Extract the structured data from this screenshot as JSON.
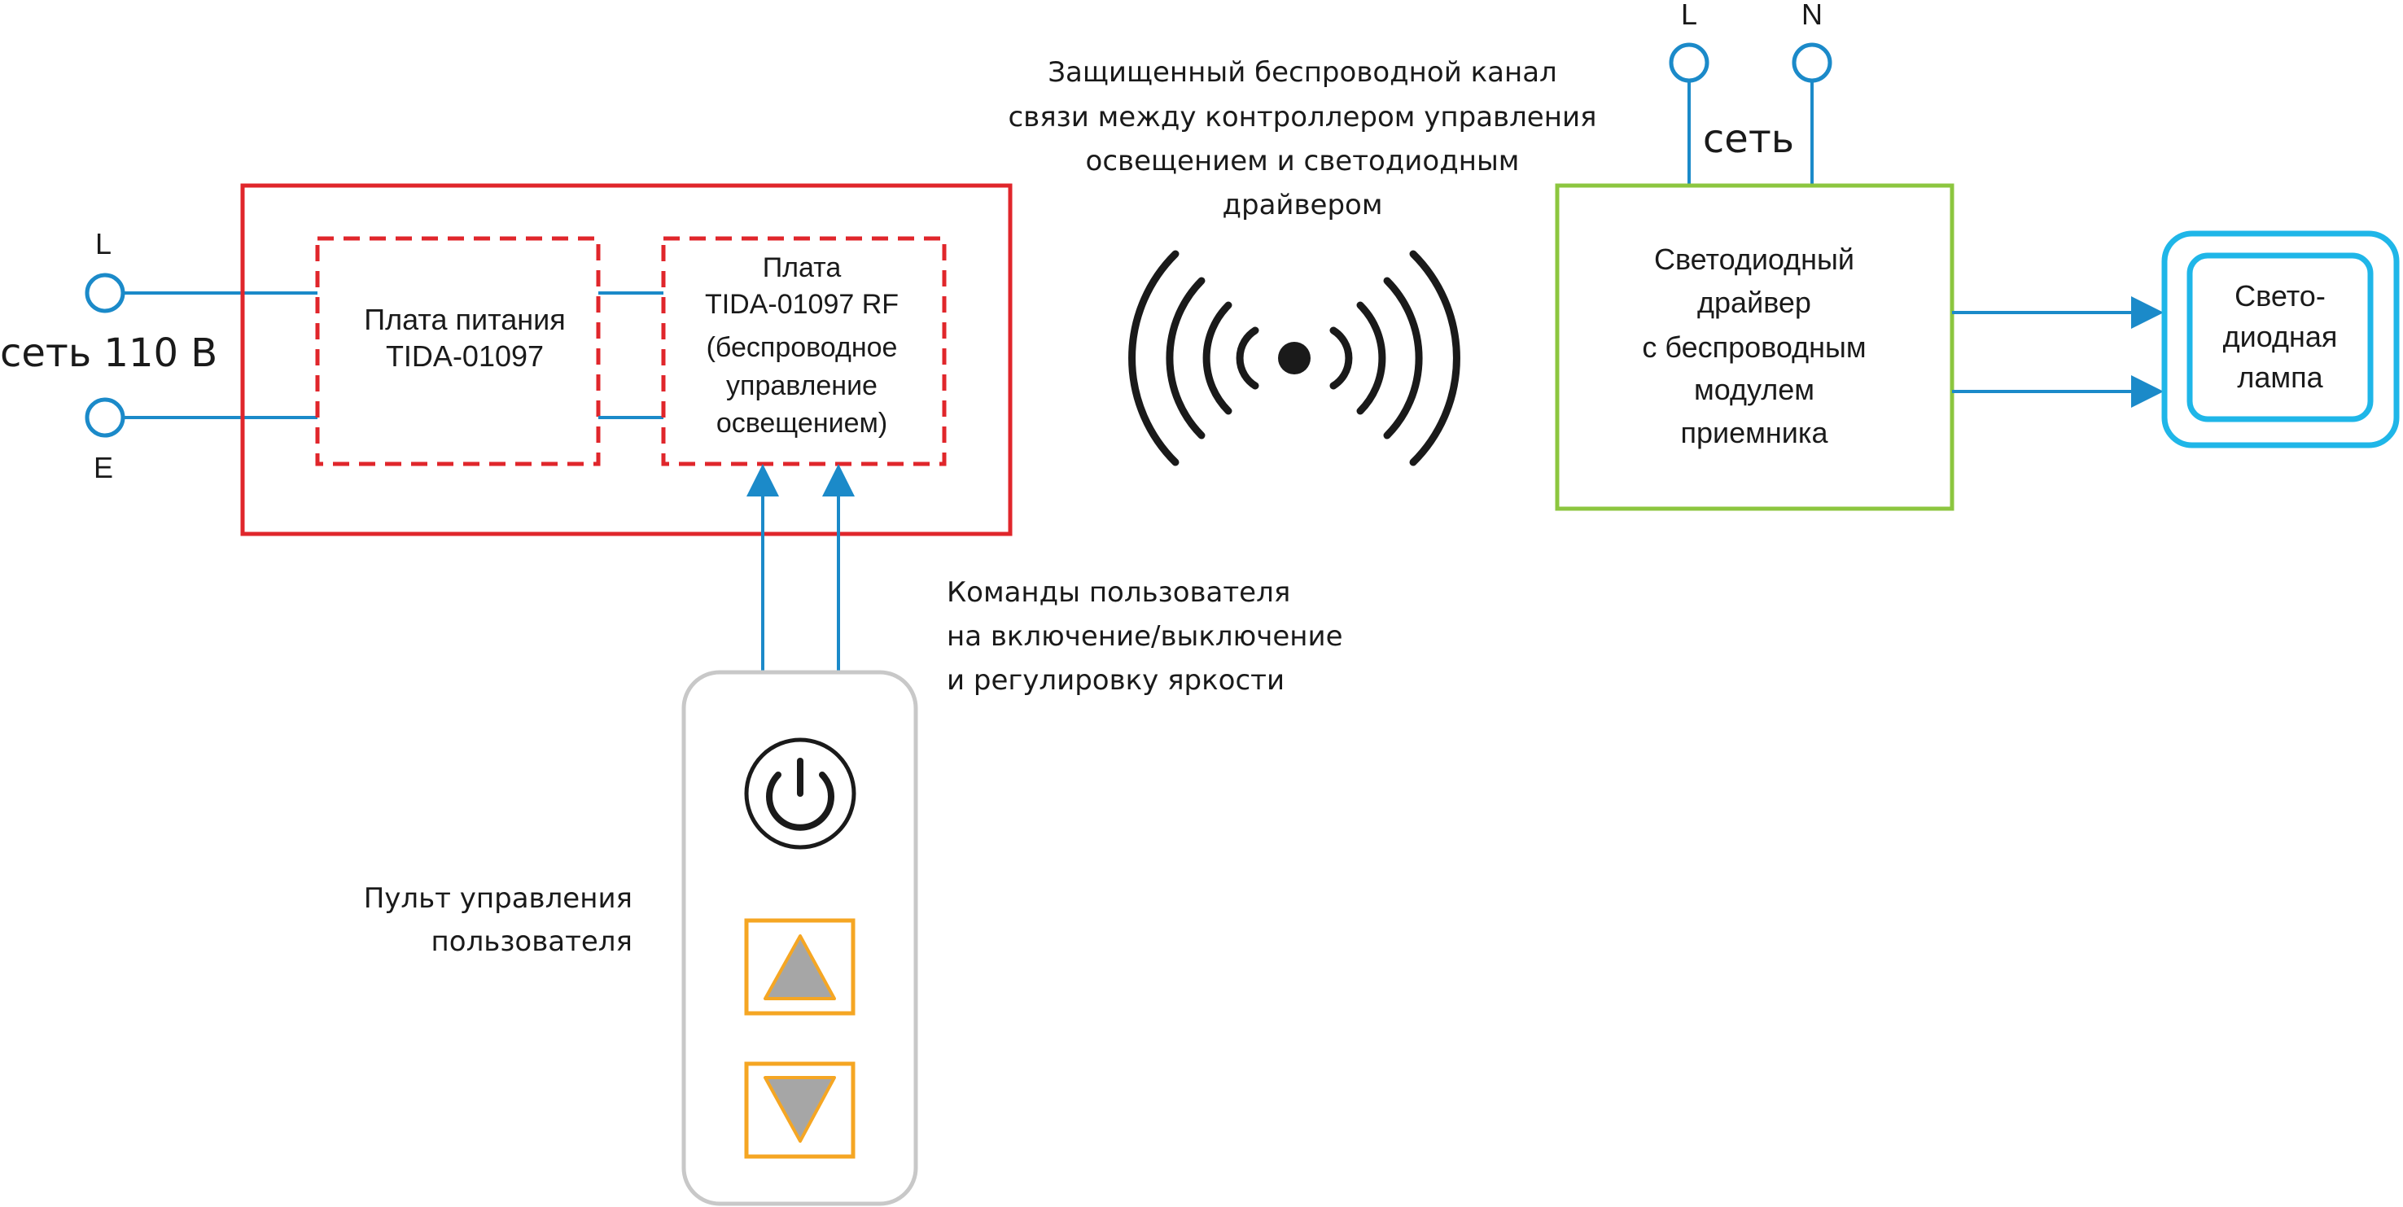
{
  "colors": {
    "wire": "#1b8ac9",
    "controller_border": "#e0262b",
    "driver_border": "#8cc63f",
    "lamp_border": "#1fb6e8",
    "remote_border": "#c8c8c8",
    "button_border": "#f5a623",
    "button_fill": "#a6a6a6",
    "text": "#1a1a1a"
  },
  "left_mains": {
    "label": "сеть 110 В",
    "terminal_l": "L",
    "terminal_e": "E"
  },
  "controller": {
    "power_board": {
      "line1": "Плата питания",
      "line2": "TIDA-01097"
    },
    "rf_board": {
      "line1": "Плата",
      "line2": "TIDA-01097 RF",
      "line3": "(беспроводное",
      "line4": "управление",
      "line5": "освещением)"
    }
  },
  "wireless_caption": {
    "line1": "Защищенный беспроводной канал",
    "line2": "связи между контроллером управления",
    "line3": "освещением и светодиодным",
    "line4": "драйвером"
  },
  "right_mains": {
    "label": "сеть",
    "terminal_l": "L",
    "terminal_n": "N"
  },
  "driver": {
    "line1": "Светодиодный",
    "line2": "драйвер",
    "line3": "с беспроводным",
    "line4": "модулем",
    "line5": "приемника"
  },
  "lamp": {
    "line1": "Свето-",
    "line2": "диодная",
    "line3": "лампа"
  },
  "commands_caption": {
    "line1": "Команды пользователя",
    "line2": "на включение/выключение",
    "line3": "и регулировку яркости"
  },
  "remote_caption": {
    "line1": "Пульт управления",
    "line2": "пользователя"
  },
  "remote_buttons": [
    "power-icon",
    "triangle-up-icon",
    "triangle-down-icon"
  ]
}
